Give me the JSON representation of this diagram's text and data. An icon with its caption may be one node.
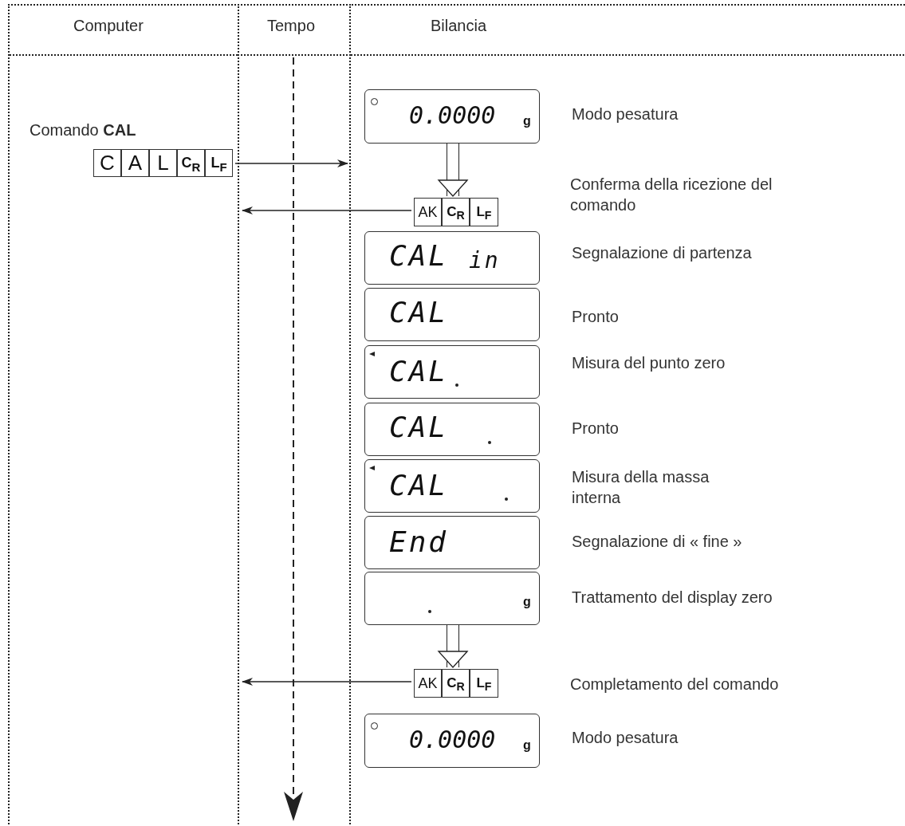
{
  "diagram": {
    "nodes": [
      {
        "text": [
          "Computer"
        ]
      },
      {
        "text": [
          "Tempo"
        ]
      },
      {
        "text": [
          "Bilancia"
        ]
      },
      {
        "text": [
          "Comando **CAL**",
          "C",
          "A",
          "L",
          "C$_{R}$",
          "L$_{F}$"
        ],
        "in": 0
      },
      {
        "text": [
          "0.0000",
          "g"
        ],
        "beside": [
          "Modo pesatura"
        ],
        "in": 2
      },
      {
        "text": [
          "AK",
          "C$_{R}$",
          "L$_{F}$"
        ],
        "in": 2
      },
      {
        "text": [
          "CAL",
          "in"
        ],
        "beside": [
          "Segnalazione di partenza"
        ],
        "in": 2
      },
      {
        "text": [
          "CAL"
        ],
        "beside": [
          "Pronto"
        ],
        "in": 2
      },
      {
        "text": [
          "CAL"
        ],
        "beside": [
          "Misura del punto zero"
        ],
        "in": 2
      },
      {
        "text": [
          "CAL"
        ],
        "beside": [
          "Pronto"
        ],
        "in": 2
      },
      {
        "text": [
          "CAL"
        ],
        "beside": [
          "Misura della massa interna"
        ],
        "in": 2
      },
      {
        "text": [
          "End"
        ],
        "beside": [
          "Segnalazione di « fine »"
        ],
        "in": 2
      },
      {
        "text": [
          "g"
        ],
        "beside": [
          "Trattamento del display zero"
        ],
        "in": 2
      },
      {
        "text": [
          "AK",
          "C$_{R}$",
          "L$_{F}$"
        ],
        "in": 2
      },
      {
        "text": [
          "0.0000",
          "g"
        ],
        "beside": [
          "Modo pesatura"
        ],
        "in": 2
      }
    ],
    "edges": [
      {
        "from": 3,
        "to": 2,
        "arrow": "to"
      },
      {
        "from": 4,
        "to": 5,
        "arrow": "to"
      },
      {
        "from": 5,
        "to": 0,
        "arrow": "to"
      },
      {
        "from": 12,
        "to": 13,
        "arrow": "to"
      },
      {
        "from": 13,
        "to": 0,
        "arrow": "to"
      }
    ],
    "labels": [
      "Conferma della ricezione del comando",
      "Completamento del comando"
    ]
  }
}
